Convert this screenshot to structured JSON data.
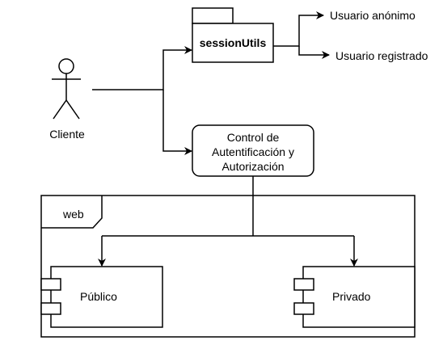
{
  "actor": {
    "label": "Cliente"
  },
  "session_package": {
    "label": "sessionUtils"
  },
  "outputs": {
    "anon": "Usuario anónimo",
    "registered": "Usuario registrado"
  },
  "control": {
    "line1": "Control de",
    "line2": "Autentificación y",
    "line3": "Autorización"
  },
  "web_frame": {
    "label": "web"
  },
  "components": {
    "public": "Público",
    "private": "Privado"
  }
}
